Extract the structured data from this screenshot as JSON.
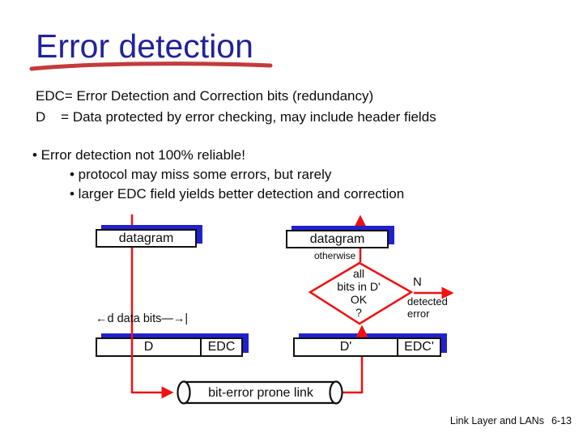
{
  "slide": {
    "title": "Error detection",
    "intro_lines": [
      "EDC= Error Detection and Correction bits (redundancy)",
      "D    = Data protected by error checking, may include header fields"
    ],
    "bullets": {
      "b1": "• Error detection not 100% reliable!",
      "b2": "• protocol may miss some errors, but rarely",
      "b3": "• larger EDC field yields better detection and correction"
    }
  },
  "diagram": {
    "sender_datagram_label": "datagram",
    "receiver_datagram_label": "datagram",
    "otherwise_label": "otherwise",
    "diamond_lines": [
      "all",
      "bits in D'",
      "OK",
      "?"
    ],
    "n_label": "N",
    "detected_line1": "detected",
    "detected_line2": "error",
    "d_data_bits_label": "←d data bits—→|",
    "sender_field_d": "D",
    "sender_field_edc": "EDC",
    "receiver_field_d": "D'",
    "receiver_field_edc": "EDC'",
    "link_label": "bit-error prone link"
  },
  "footer": {
    "text": "Link Layer and LANs",
    "page": "6-13"
  },
  "colors": {
    "title_navy": "#22229c",
    "underline_red": "#c33b3b",
    "diagram_red": "#ee1111",
    "shadow_blue": "#2121cd",
    "text_black": "#0b0b0b",
    "background": "#ffffff"
  }
}
